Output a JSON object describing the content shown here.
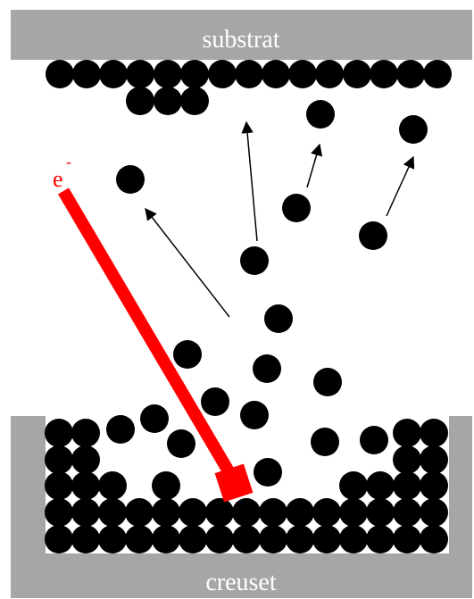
{
  "labels": {
    "substrate": "substrat",
    "crucible": "creuset",
    "electron": "e",
    "electron_charge": "-"
  },
  "colors": {
    "frame": "#a6a6a6",
    "atom": "#000000",
    "beam": "#ff0000",
    "label_on_frame": "#ffffff",
    "arrow": "#000000"
  }
}
